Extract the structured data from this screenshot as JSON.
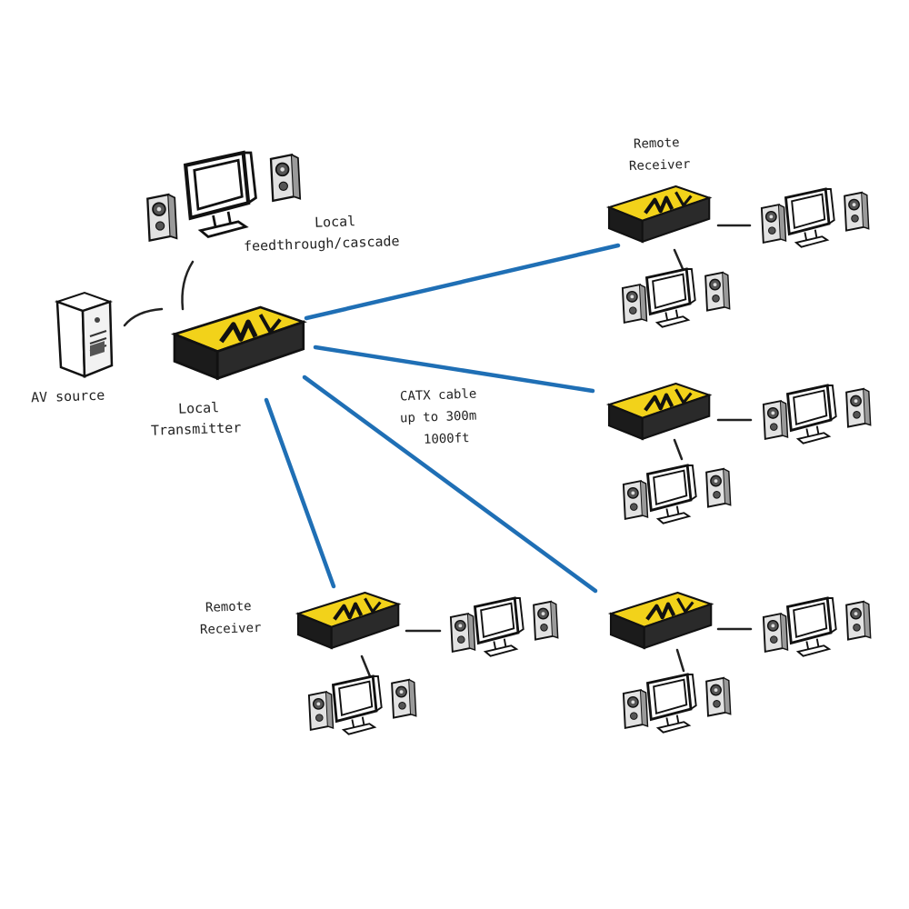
{
  "labels": {
    "av_source": "AV source",
    "local_transmitter": [
      "Local",
      "Transmitter"
    ],
    "feedthrough": [
      "Local",
      "feedthrough/cascade"
    ],
    "remote_receiver_top": [
      "Remote",
      "Receiver"
    ],
    "remote_receiver_left": [
      "Remote",
      "Receiver"
    ],
    "cable": [
      "CATX cable",
      "up to 300m",
      "1000ft"
    ]
  },
  "colors": {
    "cable": "#1f6fb5",
    "device_top": "#f2d21a",
    "device_body": "#1b1b1b",
    "ink": "#222222",
    "screen": "#ffffff",
    "speaker": "#dcdcdc"
  },
  "icons": {
    "device": "av-extender-box-icon",
    "monitor": "monitor-icon",
    "speaker": "speaker-icon",
    "source": "pc-tower-icon"
  }
}
